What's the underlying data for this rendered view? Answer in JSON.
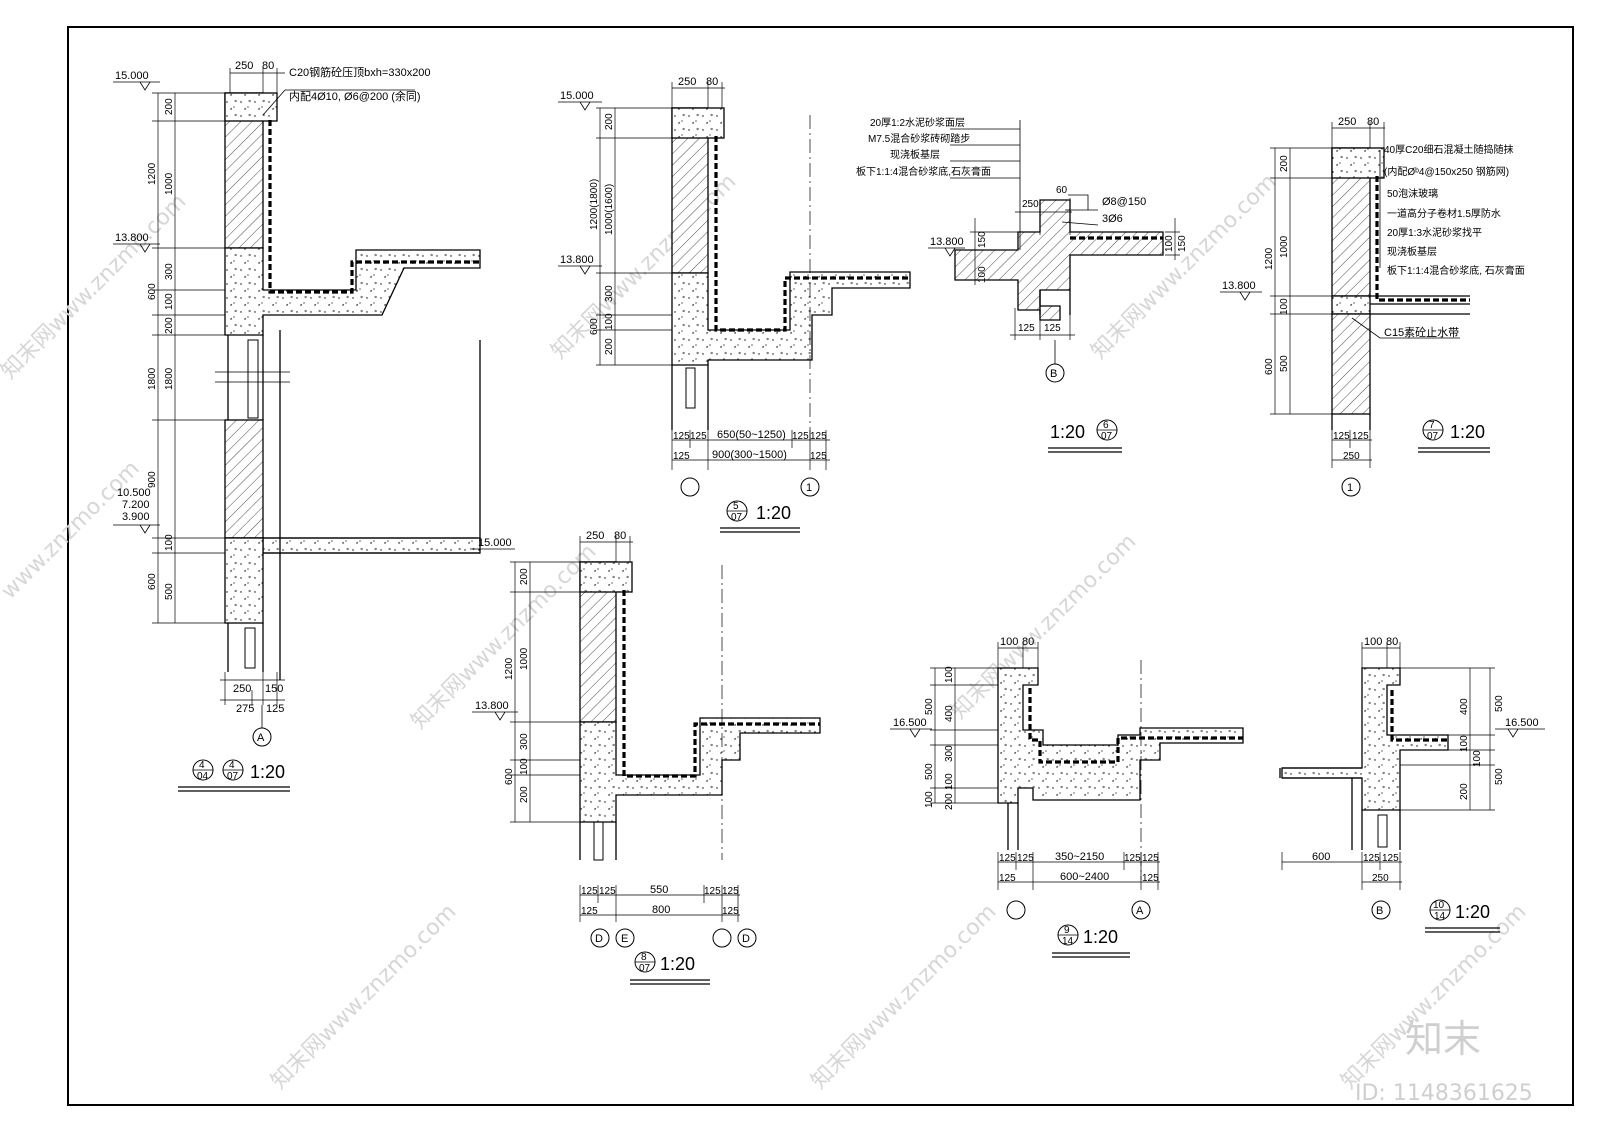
{
  "watermark": {
    "site": "www.znzmo.com",
    "cn_site": "知末网www.znzmo.com",
    "brand": "知末",
    "id_label": "ID: 1148361625"
  },
  "detail4": {
    "top_dims": [
      "250",
      "80"
    ],
    "note_line1": "C20钢筋砼压顶bxh=330x200",
    "note_line2": "内配4Ø10, Ø6@200 (余同)",
    "elev_top": "15.000",
    "elev_mid": "13.800",
    "elev_low": [
      "10.500",
      "7.200",
      "3.900"
    ],
    "elev_right": "15.000",
    "left_dims_outer": [
      "1200",
      "600",
      "1800",
      "900",
      "600"
    ],
    "left_dims_inner": [
      "200",
      "1000",
      "300",
      "100",
      "200",
      "1800",
      "100",
      "500"
    ],
    "bottom_dims_1": [
      "250",
      "150"
    ],
    "bottom_dims_2": [
      "275",
      "125"
    ],
    "axis": "A",
    "title_a": "4",
    "title_a_sub": "04",
    "title_b": "4",
    "title_b_sub": "07",
    "scale": "1:20"
  },
  "detail5": {
    "top_dims": [
      "250",
      "80"
    ],
    "elev_top": "15.000",
    "elev_mid": "13.800",
    "left_dims_outer": [
      "1200(1800)",
      "600"
    ],
    "left_dims_inner": [
      "200",
      "1000(1600)",
      "300",
      "100",
      "200"
    ],
    "bottom_row1": [
      "125",
      "125",
      "650(50~1250)",
      "125",
      "125"
    ],
    "bottom_row2": [
      "125",
      "900(300~1500)",
      "125"
    ],
    "axis_right": "1",
    "title": "5",
    "title_sub": "07",
    "scale": "1:20"
  },
  "detail6": {
    "notes": [
      "20厚1:2水泥砂浆面层",
      "M7.5混合砂浆砖砌踏步",
      "现浇板基层",
      "板下1:1:4混合砂浆底,石灰膏面"
    ],
    "rebar_1": "Ø8@150",
    "rebar_2": "3Ø6",
    "dims_top": [
      "250",
      "60"
    ],
    "dims_side_left": [
      "150",
      "100"
    ],
    "dims_side_right": [
      "100",
      "150"
    ],
    "elev": "13.800",
    "bottom_dims": [
      "125",
      "125"
    ],
    "axis": "B",
    "scale": "1:20",
    "title": "6",
    "title_sub": "07"
  },
  "detail7": {
    "top_dims": [
      "250",
      "80"
    ],
    "notes": [
      "40厚C20细石混凝土随捣随抹",
      "(内配Øᵇ4@150x250 钢筋网)",
      "50泡沫玻璃",
      "一道高分子卷材1.5厚防水",
      "20厚1:3水泥砂浆找平",
      "现浇板基层",
      "板下1:1:4混合砂浆底, 石灰膏面"
    ],
    "waterstop": "C15素砼止水带",
    "elev": "13.800",
    "left_dims_outer": [
      "1200",
      "600"
    ],
    "left_dims_inner": [
      "200",
      "1000",
      "100",
      "500"
    ],
    "bottom_row1": [
      "125",
      "125"
    ],
    "bottom_row2": [
      "250"
    ],
    "axis": "1",
    "title": "7",
    "title_sub": "07",
    "scale": "1:20"
  },
  "detail8": {
    "top_dims": [
      "250",
      "80"
    ],
    "elev": "13.800",
    "left_dims_outer": [
      "1200",
      "600"
    ],
    "left_dims_inner": [
      "200",
      "1000",
      "300",
      "100",
      "200"
    ],
    "bottom_row1": [
      "125",
      "125",
      "550",
      "125",
      "125"
    ],
    "bottom_row2": [
      "125",
      "800",
      "125"
    ],
    "axes": [
      "D",
      "E",
      "D"
    ],
    "title": "8",
    "title_sub": "07",
    "scale": "1:20"
  },
  "detail9": {
    "top_dims": [
      "100",
      "80"
    ],
    "elev": "16.500",
    "left_dims_outer": [
      "500",
      "500",
      "100"
    ],
    "left_dims_inner": [
      "100",
      "400",
      "300",
      "100",
      "200"
    ],
    "bottom_row1": [
      "125",
      "125",
      "350~2150",
      "125",
      "125"
    ],
    "bottom_row2": [
      "125",
      "600~2400",
      "125"
    ],
    "axis": "A",
    "title": "9",
    "title_sub": "14",
    "scale": "1:20"
  },
  "detail10": {
    "top_dims": [
      "100",
      "80"
    ],
    "elev": "16.500",
    "right_dims_outer": [
      "500",
      "500"
    ],
    "right_dims_inner": [
      "400",
      "100",
      "100",
      "200"
    ],
    "bottom_left": "600",
    "bottom_row1": [
      "125",
      "125"
    ],
    "bottom_row2": [
      "250"
    ],
    "axis": "B",
    "title": "10",
    "title_sub": "14",
    "scale": "1:20"
  }
}
